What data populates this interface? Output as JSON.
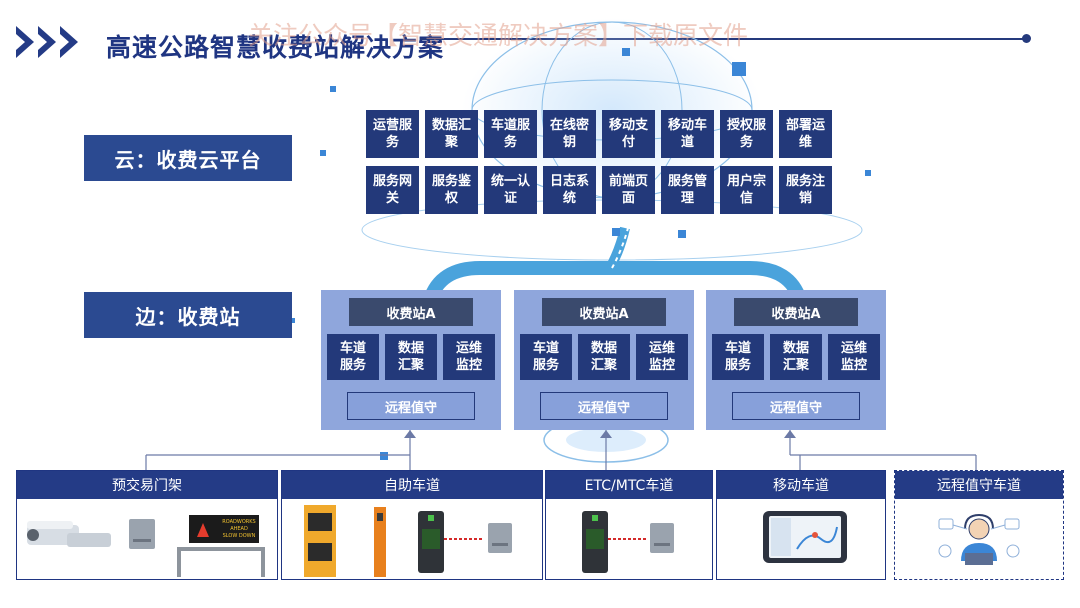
{
  "header": {
    "title": "高速公路智慧收费站解决方案",
    "watermark": "关注公众号【智慧交通解决方案】下载原文件"
  },
  "layers": {
    "cloud_label": "云：收费云平台",
    "edge_label": "边：收费站"
  },
  "cloud_services": [
    "运营服务",
    "数据汇聚",
    "车道服务",
    "在线密钥",
    "移动支付",
    "移动车道",
    "授权服务",
    "部署运维",
    "服务网关",
    "服务鉴权",
    "统一认证",
    "日志系统",
    "前端页面",
    "服务管理",
    "用户宗信",
    "服务注销"
  ],
  "stations": [
    {
      "title": "收费站A",
      "services": [
        "车道服务",
        "数据汇聚",
        "运维监控"
      ],
      "remote": "远程值守"
    },
    {
      "title": "收费站A",
      "services": [
        "车道服务",
        "数据汇聚",
        "运维监控"
      ],
      "remote": "远程值守"
    },
    {
      "title": "收费站A",
      "services": [
        "车道服务",
        "数据汇聚",
        "运维监控"
      ],
      "remote": "远程值守"
    }
  ],
  "lanes": [
    {
      "title": "预交易门架"
    },
    {
      "title": "自助车道"
    },
    {
      "title": "ETC/MTC车道"
    },
    {
      "title": "移动车道"
    },
    {
      "title": "远程值守车道"
    }
  ],
  "sign_text": {
    "line1": "ROADWORKS",
    "line2": "AHEAD",
    "line3": "SLOW DOWN"
  },
  "colors": {
    "primary": "#23397a",
    "station_bg": "#8fa6dc",
    "pipe": "#4aa3dc"
  }
}
